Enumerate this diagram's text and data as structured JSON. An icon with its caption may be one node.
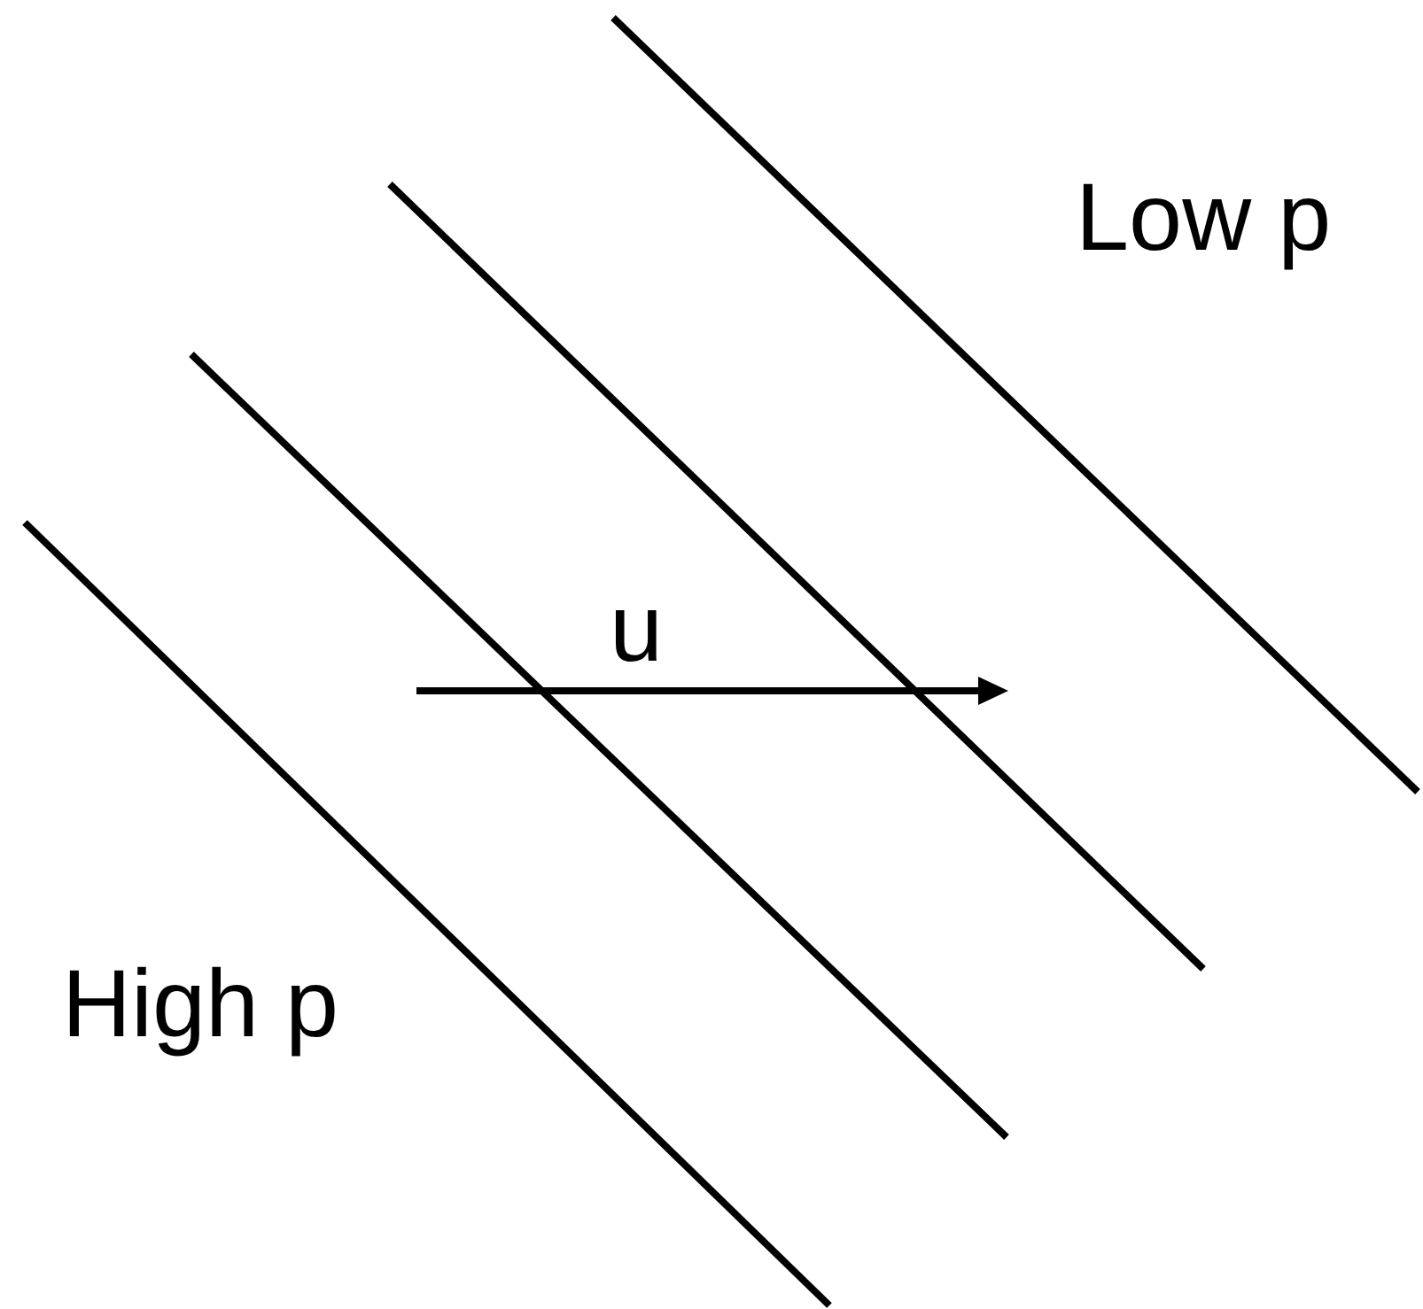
{
  "diagram": {
    "labels": [
      "Low p",
      "u",
      "High p"
    ]
  }
}
